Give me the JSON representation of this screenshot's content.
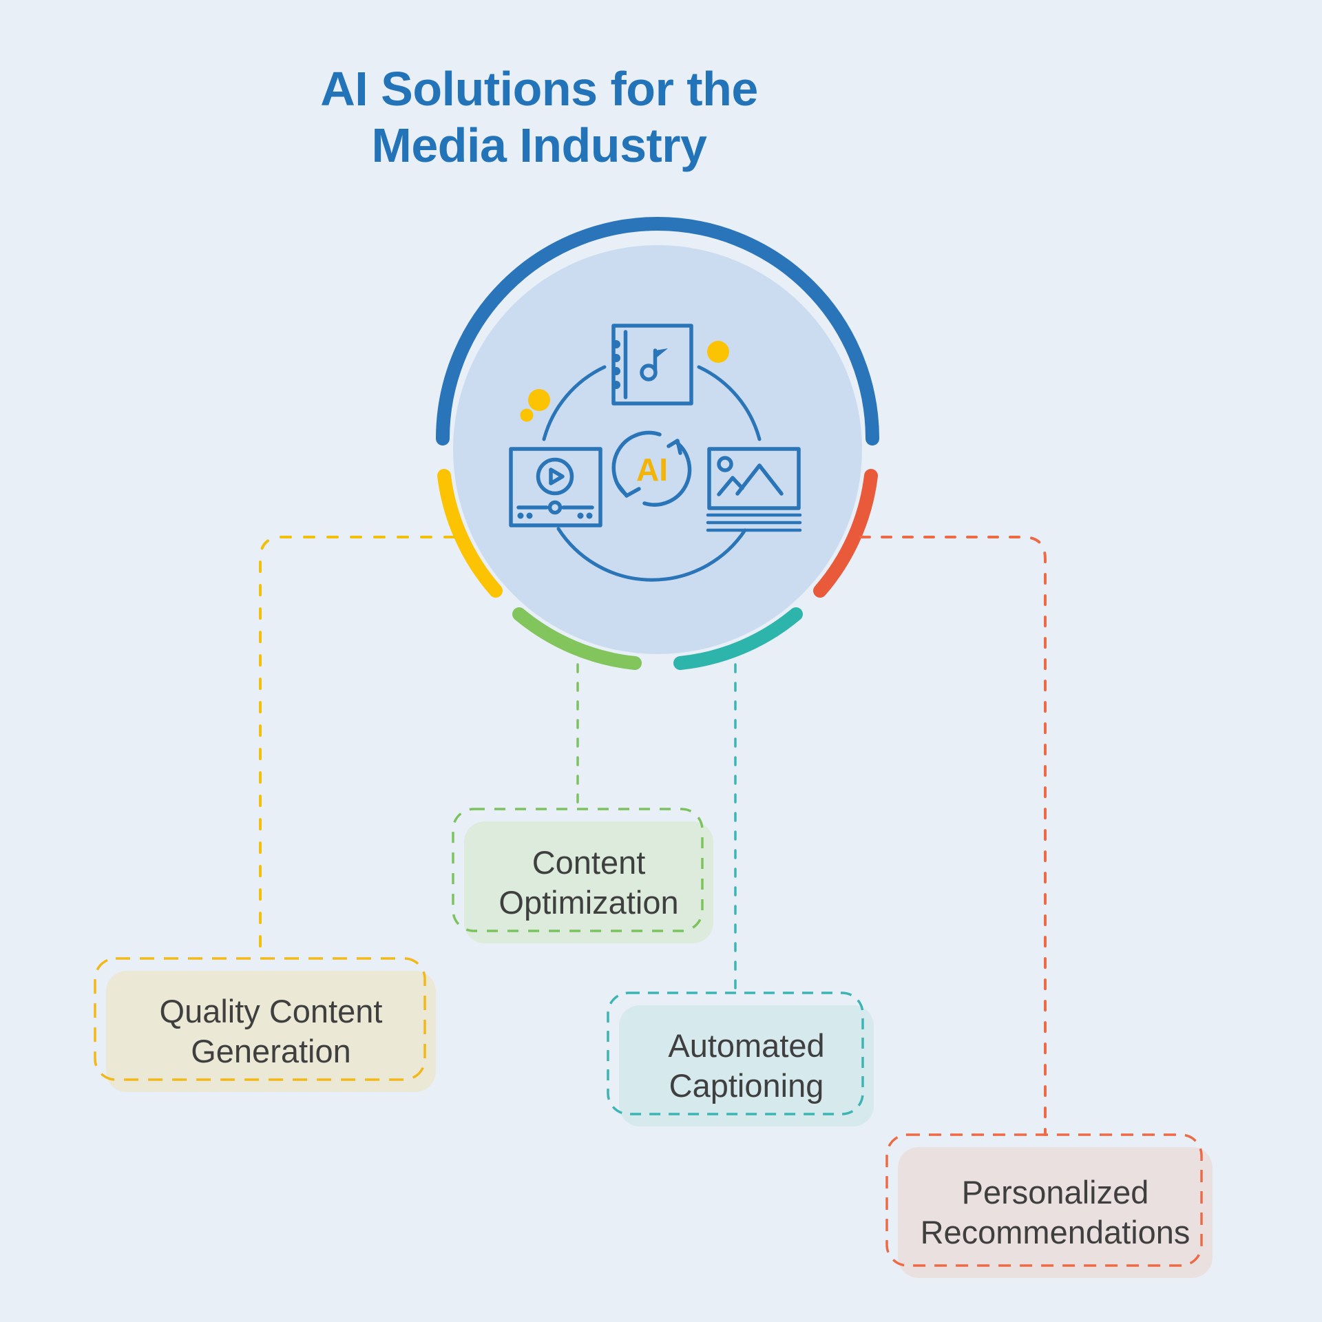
{
  "title": {
    "line1": "AI Solutions for the",
    "line2": "Media Industry"
  },
  "hub": {
    "ai_label": "AI",
    "icons": [
      {
        "name": "music-notebook-icon"
      },
      {
        "name": "video-player-icon"
      },
      {
        "name": "image-icon"
      },
      {
        "name": "ai-cycle-icon"
      },
      {
        "name": "sparkle-dots"
      }
    ]
  },
  "nodes": [
    {
      "id": "quality-content-generation",
      "label": "Quality Content Generation",
      "line1": "Quality Content",
      "line2": "Generation",
      "accent": "#f2b818",
      "fill": "#ebe9d6"
    },
    {
      "id": "content-optimization",
      "label": "Content Optimization",
      "line1": "Content",
      "line2": "Optimization",
      "accent": "#7cc25e",
      "fill": "#dcebdb"
    },
    {
      "id": "automated-captioning",
      "label": "Automated Captioning",
      "line1": "Automated",
      "line2": "Captioning",
      "accent": "#3bb4b4",
      "fill": "#d6e9ed"
    },
    {
      "id": "personalized-recommendations",
      "label": "Personalized Recommendations",
      "line1": "Personalized",
      "line2": "Recommendations",
      "accent": "#ed6a45",
      "fill": "#ebe0e0"
    }
  ],
  "colors": {
    "background": "#e8eff7",
    "hub_fill": "#ccdcf0",
    "line_blue": "#2a74b8",
    "title_blue": "#2373b8",
    "amber": "#fcc303",
    "arc_blue": "#2a74ba",
    "arc_yellow": "#fcc303",
    "arc_green": "#82c55c",
    "arc_teal": "#2db5ab",
    "arc_orange": "#e85a3a",
    "node_text": "#3f3f3f"
  }
}
